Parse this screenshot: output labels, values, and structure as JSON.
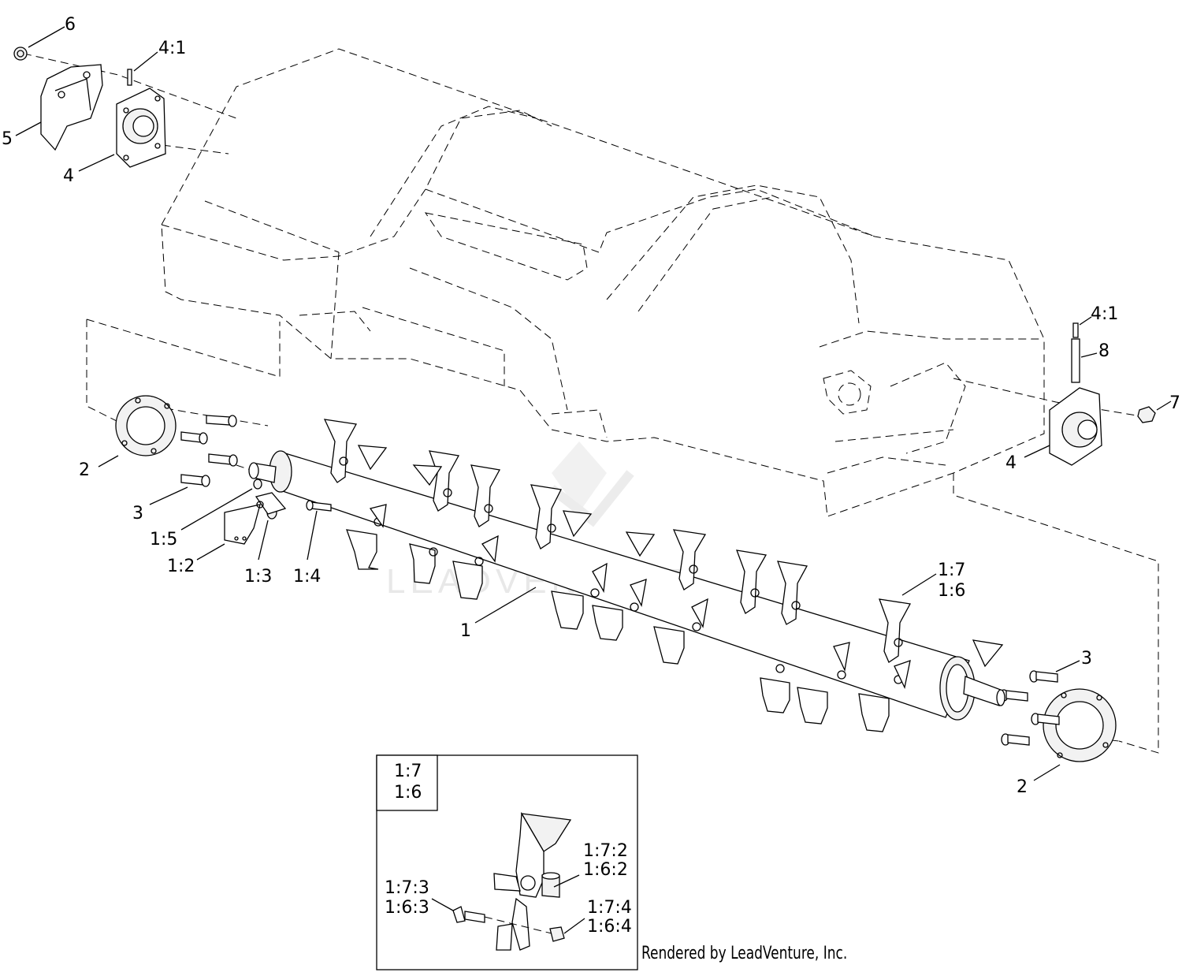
{
  "callouts": {
    "c6": "6",
    "c4_1_top": "4:1",
    "c5": "5",
    "c4_left": "4",
    "c4_1_right": "4:1",
    "c8": "8",
    "c7": "7",
    "c4_right": "4",
    "c2_left": "2",
    "c3_left": "3",
    "c1_5": "1:5",
    "c1_2": "1:2",
    "c1_3": "1:3",
    "c1_4": "1:4",
    "c1": "1",
    "c1_7": "1:7",
    "c1_6": "1:6",
    "c3_right": "3",
    "c2_right": "2"
  },
  "detail": {
    "header_top": "1:7",
    "header_bottom": "1:6",
    "c1_7_2": "1:7:2",
    "c1_6_2": "1:6:2",
    "c1_7_3": "1:7:3",
    "c1_6_3": "1:6:3",
    "c1_7_4": "1:7:4",
    "c1_6_4": "1:6:4"
  },
  "credit": "Rendered by LeadVenture, Inc.",
  "watermark": "LEADVENTURE"
}
